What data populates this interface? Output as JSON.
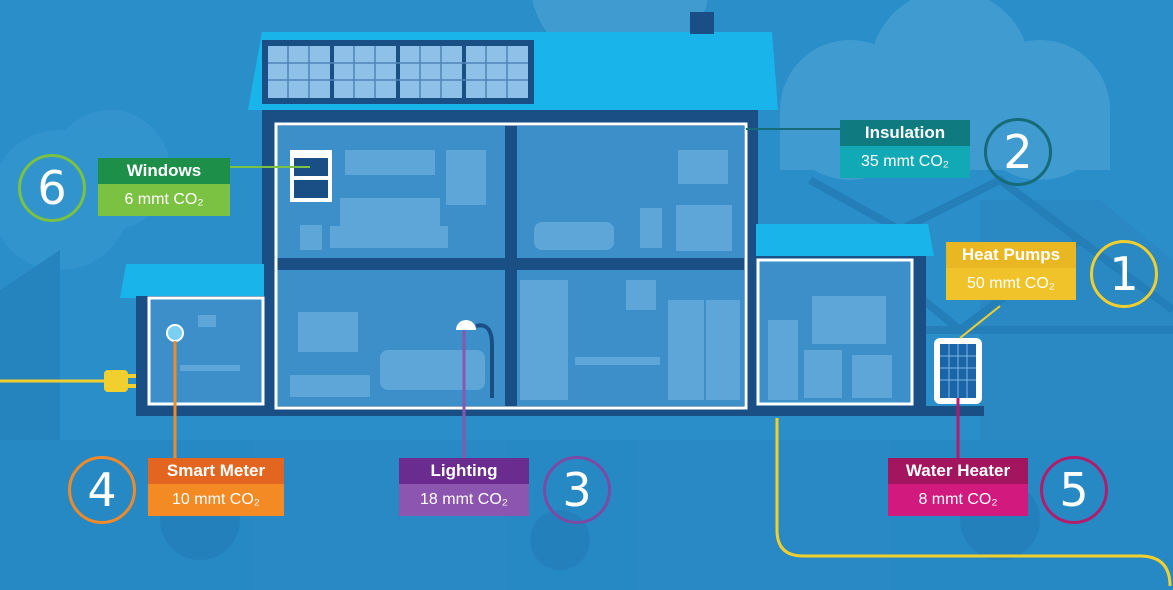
{
  "callouts": [
    {
      "id": "heat-pumps",
      "number": "1",
      "title": "Heat Pumps",
      "value": "50 mmt CO₂",
      "title_color": "#e8b722",
      "value_color": "#f1c32a",
      "ring_color": "#f1cf2e"
    },
    {
      "id": "insulation",
      "number": "2",
      "title": "Insulation",
      "value": "35 mmt CO₂",
      "title_color": "#0f7b80",
      "value_color": "#12a9b6",
      "ring_color": "#166b78"
    },
    {
      "id": "lighting",
      "number": "3",
      "title": "Lighting",
      "value": "18 mmt CO₂",
      "title_color": "#6a2d8f",
      "value_color": "#8b55b0",
      "ring_color": "#7b4aa4"
    },
    {
      "id": "smart-meter",
      "number": "4",
      "title": "Smart Meter",
      "value": "10 mmt CO₂",
      "title_color": "#e2661f",
      "value_color": "#f38a24",
      "ring_color": "#ef8a2b"
    },
    {
      "id": "water-heater",
      "number": "5",
      "title": "Water Heater",
      "value": "8 mmt CO₂",
      "title_color": "#a3155f",
      "value_color": "#d2197e",
      "ring_color": "#b21c6c"
    },
    {
      "id": "windows",
      "number": "6",
      "title": "Windows",
      "value": "6 mmt CO₂",
      "title_color": "#1d8f48",
      "value_color": "#7cc242",
      "ring_color": "#7bc143"
    }
  ]
}
